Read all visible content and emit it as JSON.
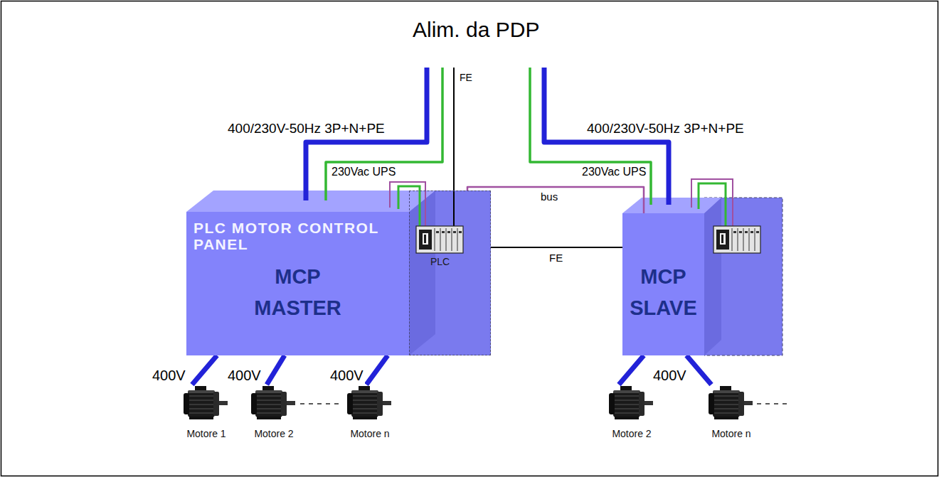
{
  "diagram": {
    "title": "Alim. da PDP",
    "nodes": [
      {
        "text": [
          "PLC MOTOR CONTROL PANEL",
          "MCP MASTER"
        ]
      },
      {
        "text": [
          "PLC"
        ]
      },
      {
        "text": [
          "MCP SLAVE"
        ]
      },
      {
        "text": [
          "Motore 1"
        ]
      },
      {
        "text": [
          "Motore 2"
        ]
      },
      {
        "text": [
          "Motore n"
        ]
      },
      {
        "text": [
          "Motore 2"
        ]
      },
      {
        "text": [
          "Motore n"
        ]
      }
    ],
    "edges": [
      {
        "from": 0,
        "to": 3,
        "label": "400V",
        "arrow": "none"
      },
      {
        "from": 0,
        "to": 4,
        "label": "400V",
        "arrow": "none"
      },
      {
        "from": 0,
        "to": 5,
        "label": "400V",
        "arrow": "none"
      },
      {
        "from": 2,
        "to": 6,
        "arrow": "none"
      },
      {
        "from": 2,
        "to": 7,
        "label": "400V",
        "arrow": "none"
      },
      {
        "from": 1,
        "to": 2,
        "label": "bus",
        "arrow": "none"
      },
      {
        "from": 1,
        "to": 2,
        "label": "FE",
        "arrow": "none"
      }
    ],
    "labels": [
      "FE",
      "400/230V-50Hz 3P+N+PE",
      "230Vac UPS",
      "400/230V-50Hz 3P+N+PE",
      "230Vac UPS"
    ]
  }
}
